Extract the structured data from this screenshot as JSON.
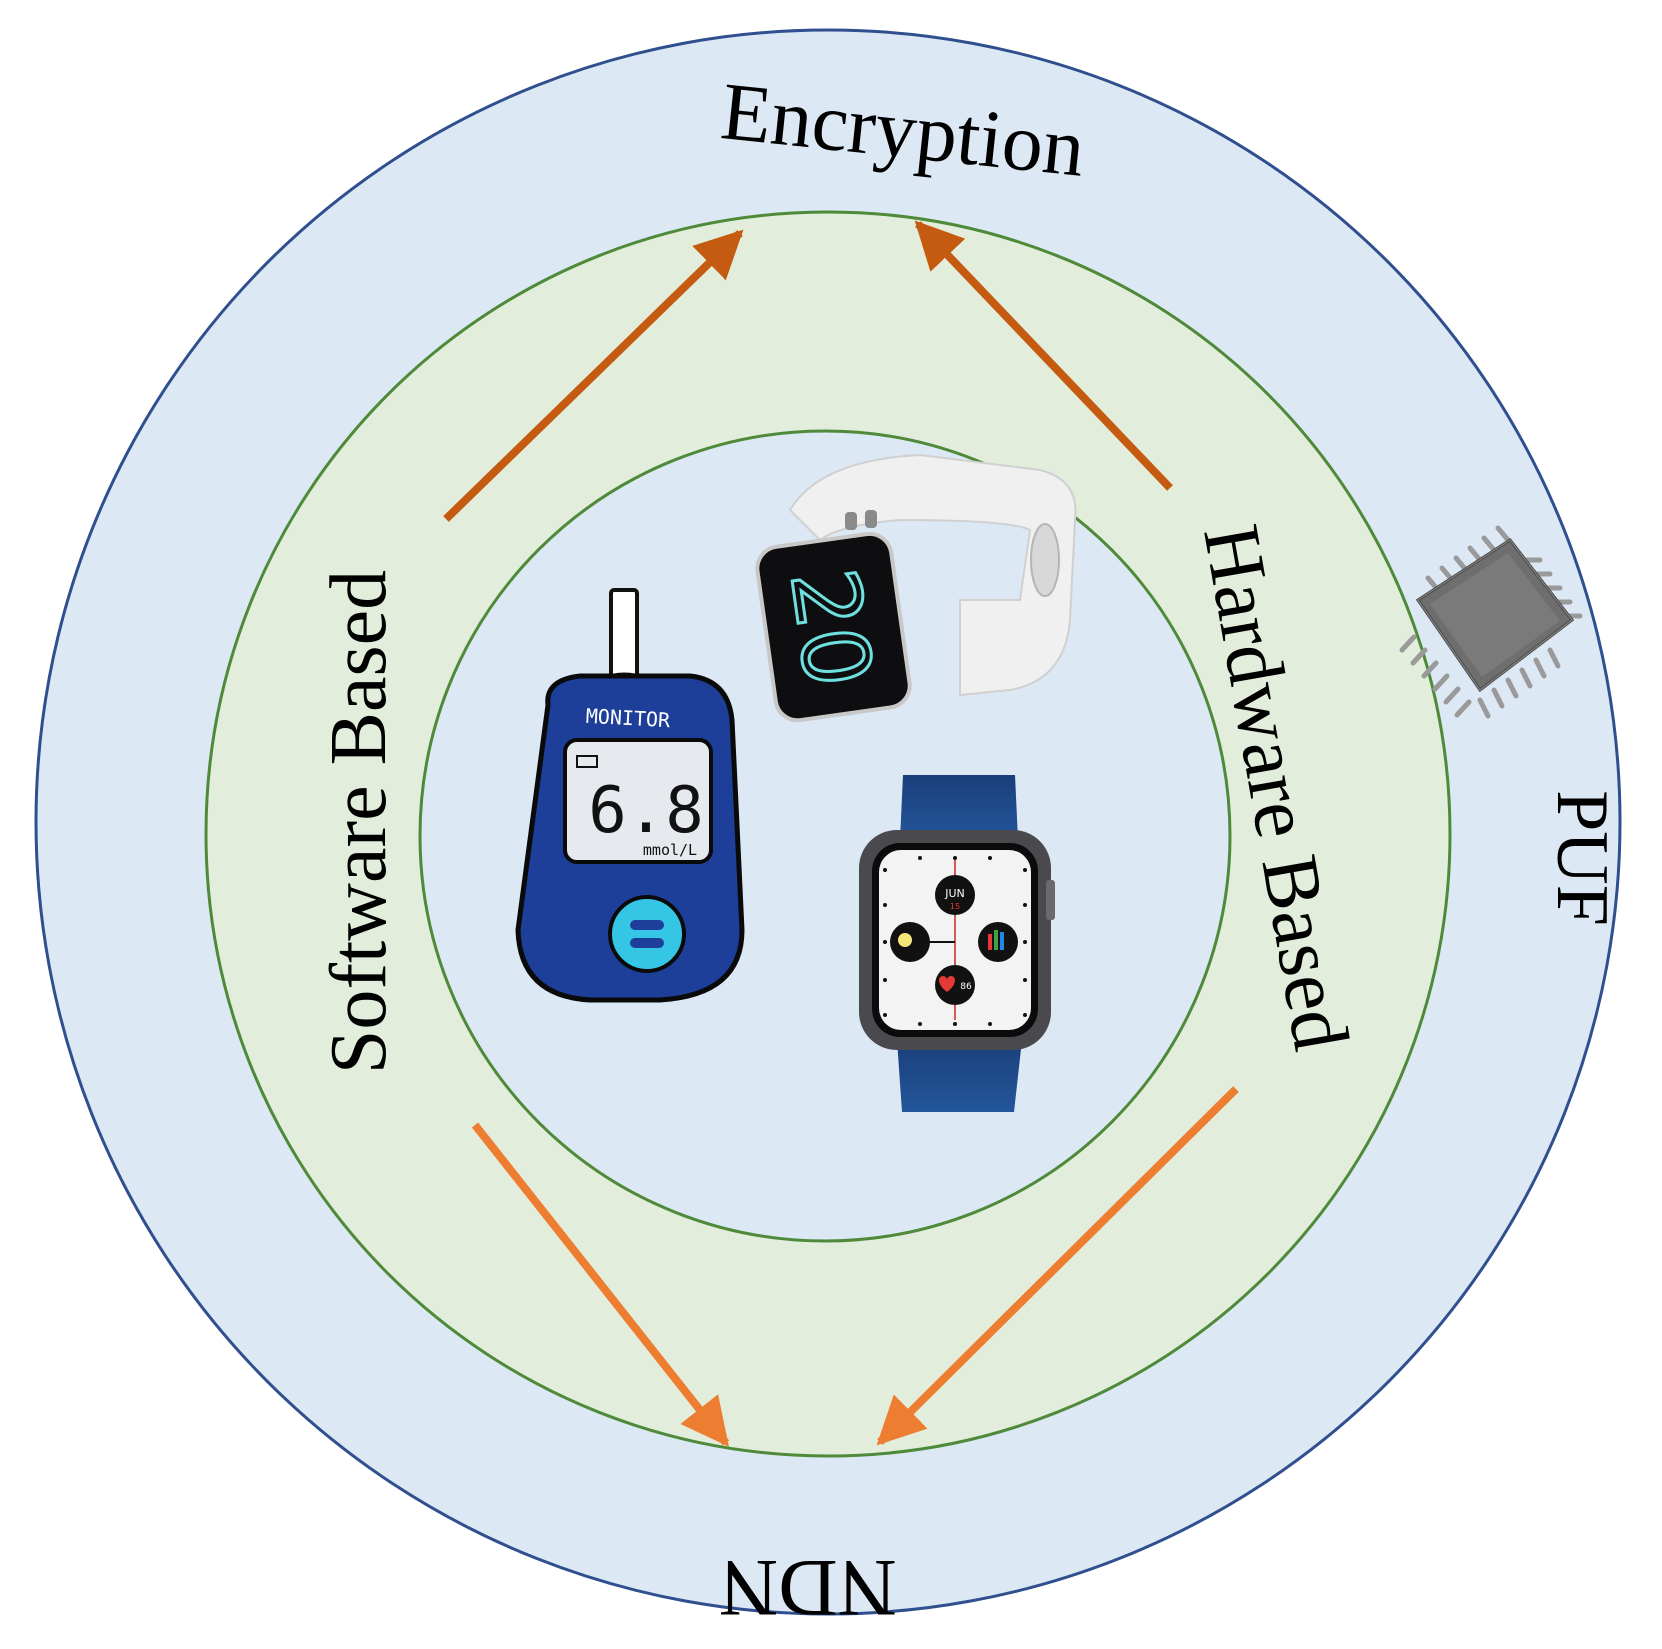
{
  "diagram": {
    "labels": {
      "encryption": "Encryption",
      "ndn": "NDN",
      "puf": "PUF",
      "software_based": "Software Based",
      "hardware_based": "Hardware Based"
    },
    "devices": {
      "glucose_meter": {
        "brand": "MONITOR",
        "reading": "6.8",
        "unit": "mmol/L"
      },
      "fitness_band": {
        "time": "20"
      },
      "smartwatch": {
        "top_dial": "JUN",
        "top_dial_sub": "15",
        "bottom_dial": "86"
      }
    },
    "colors": {
      "outer_ring_fill": "#dce8f4",
      "outer_ring_stroke": "#2f4f8f",
      "middle_ring_fill": "#e2eedb",
      "ring_stroke": "#4e8a3a",
      "inner_fill": "#dce8f4",
      "arrow_top": "#c55a11",
      "arrow_bottom": "#ed7d31"
    },
    "icons": {
      "chip": "microchip-icon",
      "glucose_meter": "glucose-meter-icon",
      "fitness_band": "fitness-band-icon",
      "smartwatch": "smartwatch-icon"
    }
  }
}
